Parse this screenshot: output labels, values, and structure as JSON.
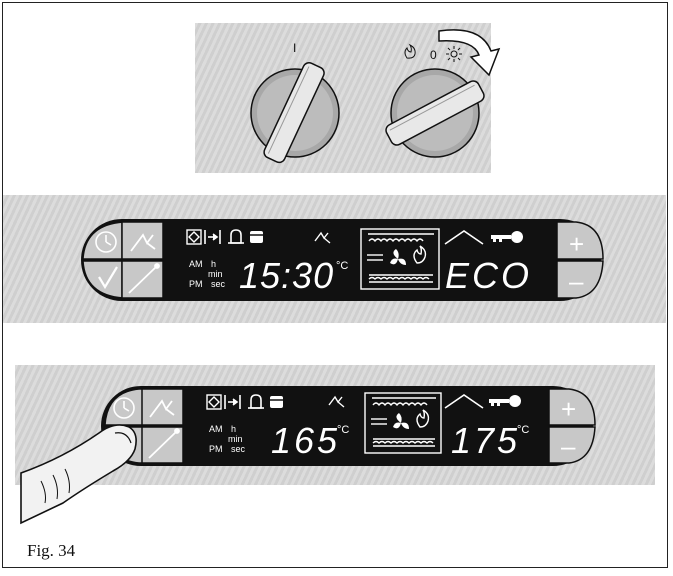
{
  "figure_caption": "Fig. 34",
  "knobs": {
    "left_label": "I",
    "right_label": "0"
  },
  "display1": {
    "ampm": {
      "am": "AM",
      "h": "h",
      "min": "min",
      "pm": "PM",
      "sec": "sec"
    },
    "time": "15:30",
    "unit": "°C",
    "mode": "ECO"
  },
  "display2": {
    "ampm": {
      "am": "AM",
      "h": "h",
      "min": "min",
      "pm": "PM",
      "sec": "sec"
    },
    "temp_left": "165",
    "unit_left": "°C",
    "temp_right": "175",
    "unit_right": "°C"
  },
  "buttons": {
    "plus": "+",
    "minus": "–"
  },
  "icons": [
    "clock-icon",
    "recipe-icon",
    "check-icon",
    "probe-icon",
    "door-lock-icon",
    "bell-icon",
    "key-icon",
    "fan-icon",
    "grill-icon",
    "roof-icon",
    "plus-icon",
    "minus-icon",
    "finger-icon"
  ],
  "colors": {
    "display_bg": "#111111",
    "display_fg": "#ffffff",
    "panel_bg": "#d6d6d6"
  }
}
